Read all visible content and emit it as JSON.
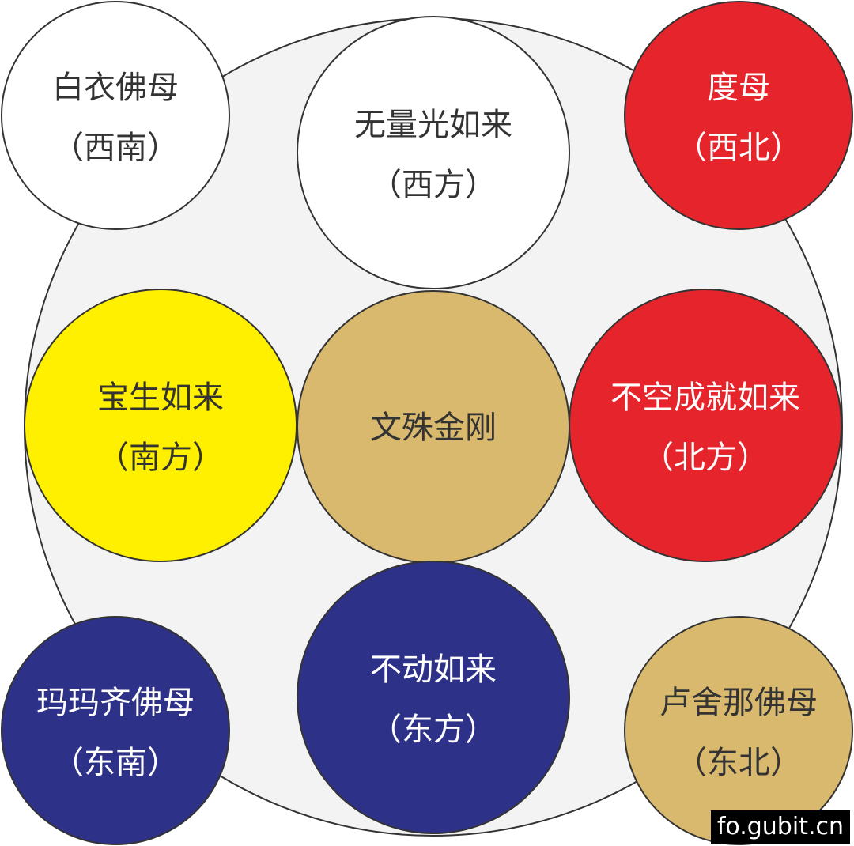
{
  "diagram": {
    "outer_circle": {
      "fill": "#f3f3f3",
      "stroke": "#333333"
    },
    "deities": [
      {
        "id": "center",
        "name": "文殊金刚",
        "direction": "",
        "fill": "#d9b96e",
        "text_color": "#333333"
      },
      {
        "id": "west",
        "name": "无量光如来",
        "direction": "（西方）",
        "fill": "#ffffff",
        "text_color": "#333333"
      },
      {
        "id": "south",
        "name": "宝生如来",
        "direction": "（南方）",
        "fill": "#fff000",
        "text_color": "#333333"
      },
      {
        "id": "north",
        "name": "不空成就如来",
        "direction": "（北方）",
        "fill": "#e6242b",
        "text_color": "#ffffff"
      },
      {
        "id": "east",
        "name": "不动如来",
        "direction": "（东方）",
        "fill": "#2e3188",
        "text_color": "#ffffff"
      },
      {
        "id": "southwest",
        "name": "白衣佛母",
        "direction": "（西南）",
        "fill": "#ffffff",
        "text_color": "#333333"
      },
      {
        "id": "northwest",
        "name": "度母",
        "direction": "（西北）",
        "fill": "#e6242b",
        "text_color": "#ffffff"
      },
      {
        "id": "southeast",
        "name": "玛玛齐佛母",
        "direction": "（东南）",
        "fill": "#2e3188",
        "text_color": "#ffffff"
      },
      {
        "id": "northeast",
        "name": "卢舍那佛母",
        "direction": "（东北）",
        "fill": "#d9b96e",
        "text_color": "#333333"
      }
    ]
  },
  "watermark": "fo.gubit.cn"
}
